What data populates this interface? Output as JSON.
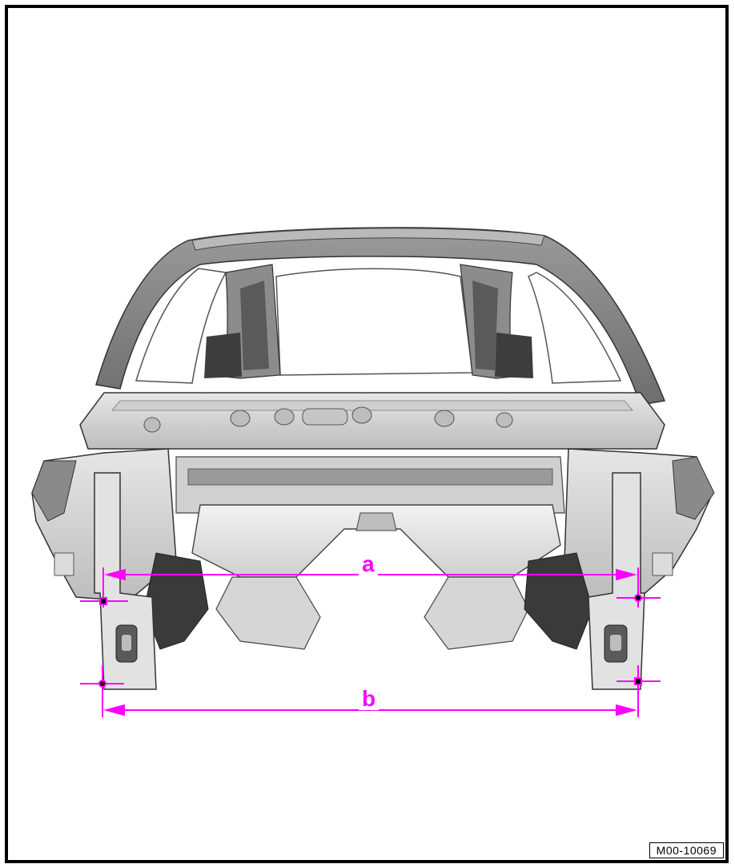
{
  "figure": {
    "dimension_labels": {
      "a": "a",
      "b": "b"
    },
    "reference_code": "M00-10069",
    "colors": {
      "dimension": "#ff00ff",
      "frame": "#000000",
      "body_light": "#d8d8d8",
      "body_mid": "#a8a8a8",
      "body_dark": "#3a3a3a"
    }
  }
}
